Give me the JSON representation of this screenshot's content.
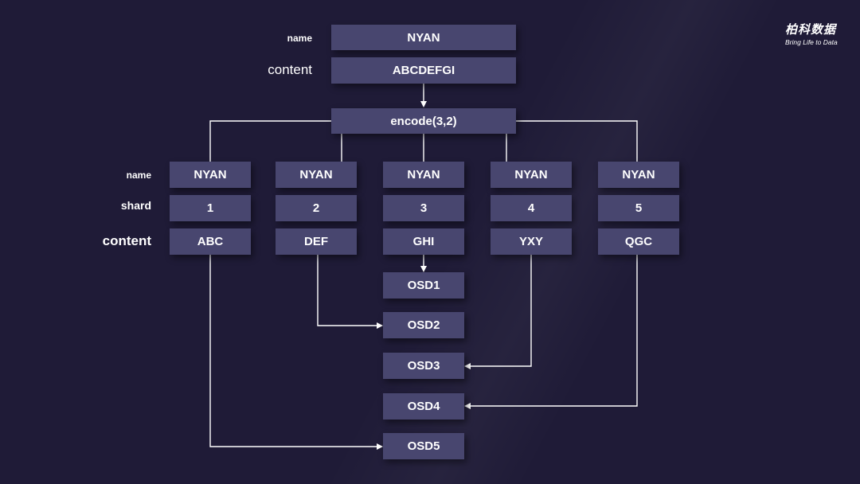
{
  "brand": {
    "name": "柏科数据",
    "tagline": "Bring Life to Data"
  },
  "source": {
    "name_label": "name",
    "content_label": "content",
    "name": "NYAN",
    "content": "ABCDEFGI"
  },
  "encode": {
    "label": "encode(3,2)"
  },
  "shard_labels": {
    "name": "name",
    "shard": "shard",
    "content": "content"
  },
  "shards": [
    {
      "name": "NYAN",
      "shard": "1",
      "content": "ABC",
      "target": "OSD5"
    },
    {
      "name": "NYAN",
      "shard": "2",
      "content": "DEF",
      "target": "OSD2"
    },
    {
      "name": "NYAN",
      "shard": "3",
      "content": "GHI",
      "target": "OSD1"
    },
    {
      "name": "NYAN",
      "shard": "4",
      "content": "YXY",
      "target": "OSD3"
    },
    {
      "name": "NYAN",
      "shard": "5",
      "content": "QGC",
      "target": "OSD4"
    }
  ],
  "osds": [
    "OSD1",
    "OSD2",
    "OSD3",
    "OSD4",
    "OSD5"
  ],
  "colors": {
    "background": "#1f1b37",
    "box": "#48466f",
    "line": "#ffffff"
  }
}
